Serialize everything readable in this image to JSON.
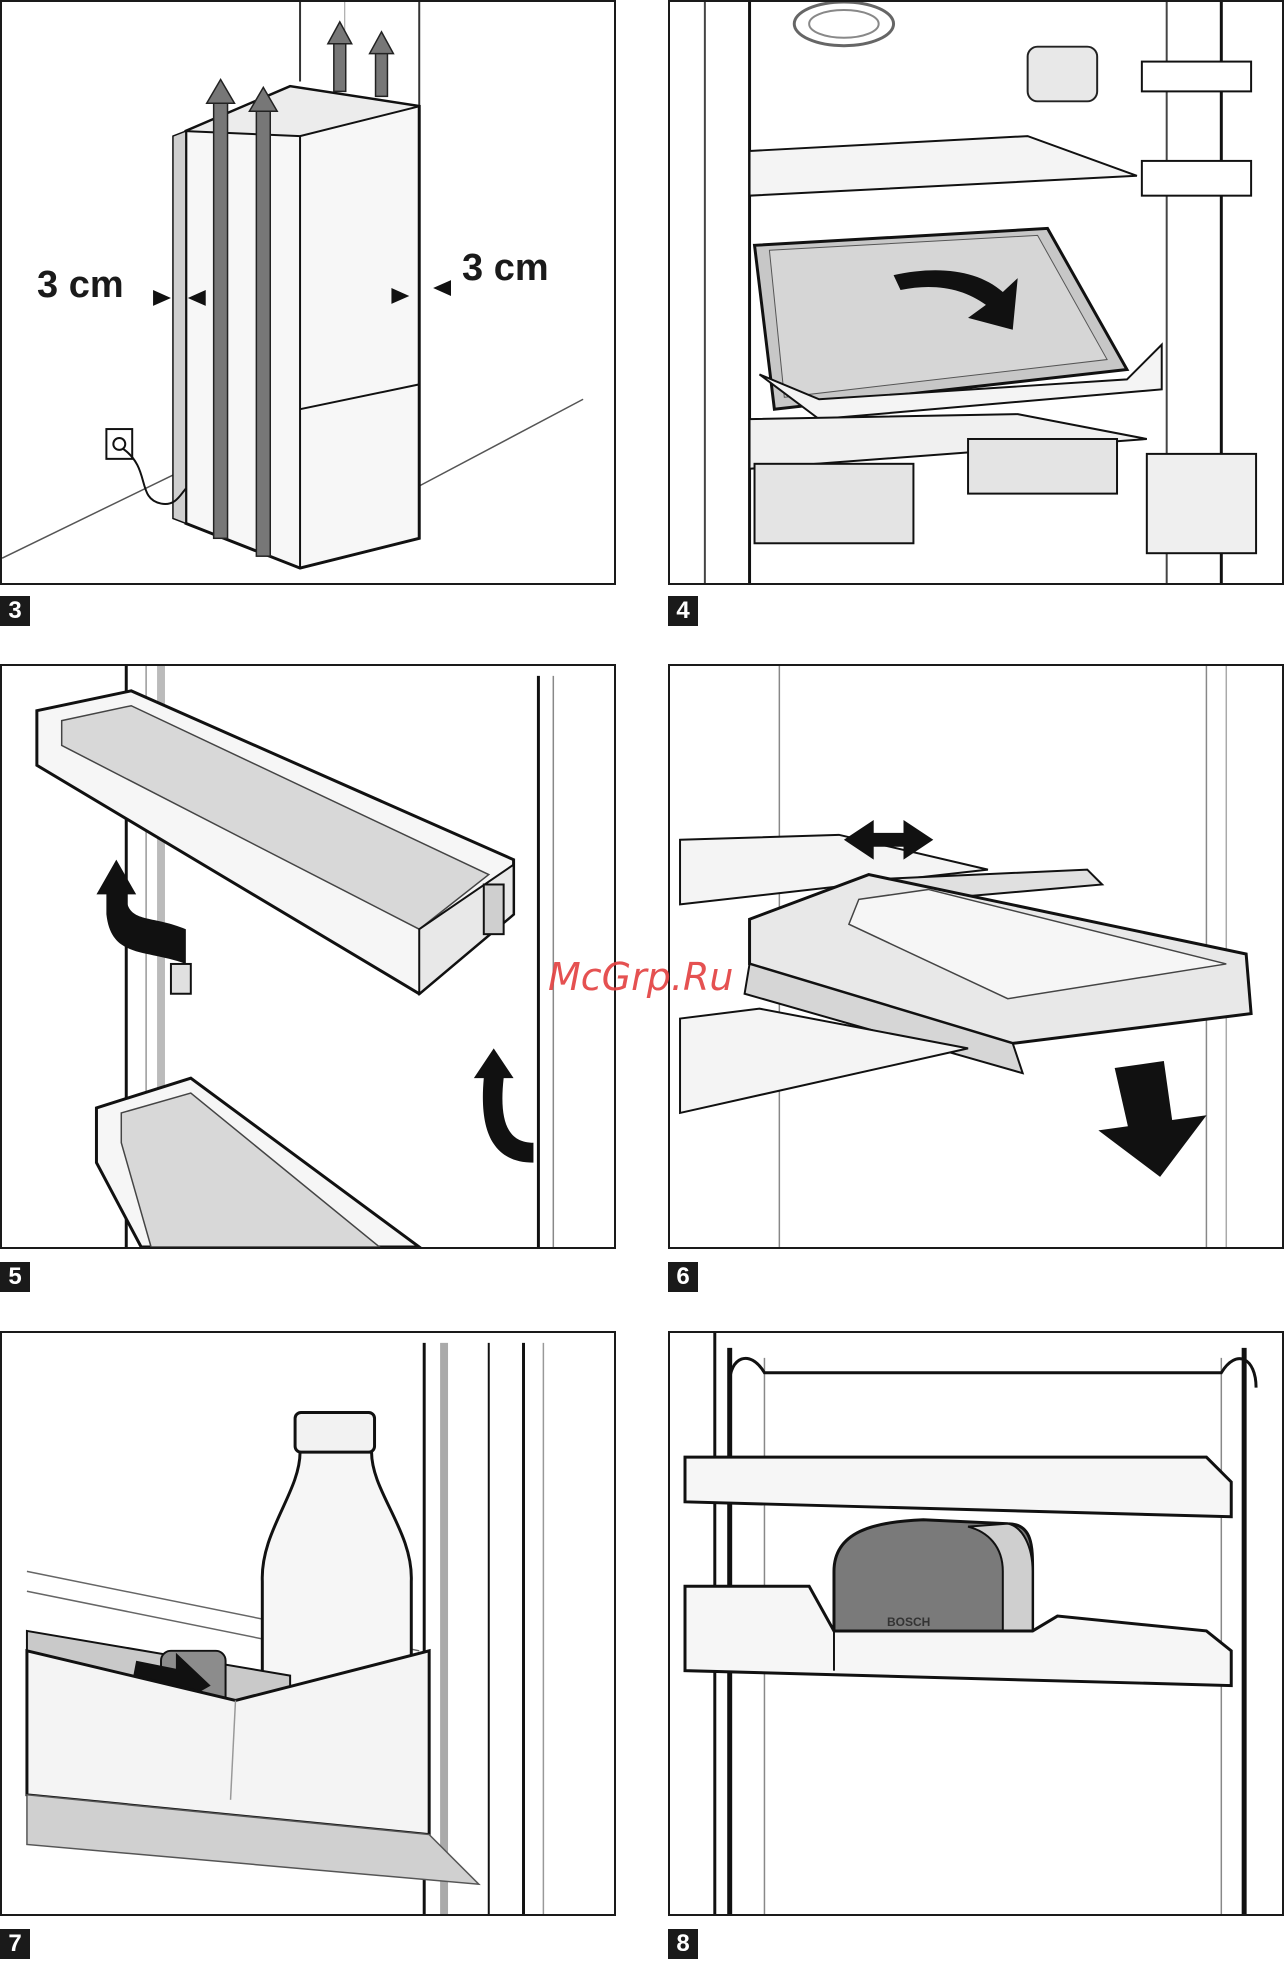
{
  "figures": [
    {
      "number": "3",
      "labels": {
        "left_gap": "3 cm",
        "right_gap": "3 cm"
      }
    },
    {
      "number": "4"
    },
    {
      "number": "5"
    },
    {
      "number": "6"
    },
    {
      "number": "7"
    },
    {
      "number": "8",
      "labels": {
        "brand": "BOSCH"
      }
    }
  ],
  "watermark": "McGrp.Ru"
}
